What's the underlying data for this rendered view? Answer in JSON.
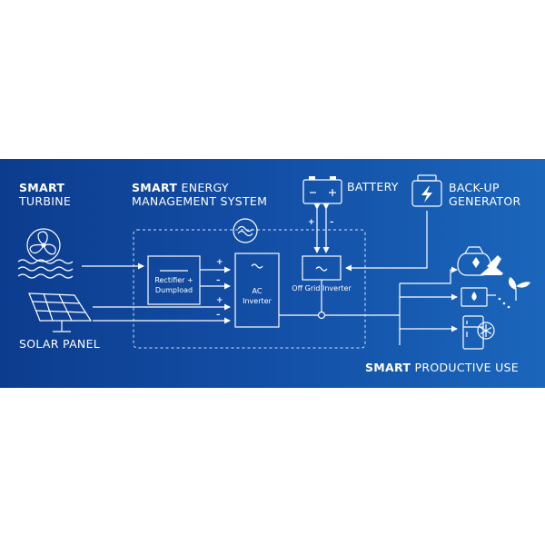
{
  "labels": {
    "turbine_bold": "SMART",
    "turbine_rest": "TURBINE",
    "ems_bold": "SMART",
    "ems_line1_rest": " ENERGY",
    "ems_line2": "MANAGEMENT SYSTEM",
    "battery": "BATTERY",
    "backup_line1": "BACK-UP",
    "backup_line2": "GENERATOR",
    "solar_panel": "SOLAR PANEL",
    "productive_bold": "SMART",
    "productive_rest": " PRODUCTIVE USE"
  },
  "blocks": {
    "rectifier_line1": "Rectifier +",
    "rectifier_line2": "Dumpload",
    "ac_inverter_line1": "AC",
    "ac_inverter_line2": "Inverter",
    "off_grid_inverter": "Off Grid Inverter"
  },
  "colors": {
    "banner_left": "#0c3c8e",
    "banner_right": "#1a66bb",
    "line": "#ffffff"
  }
}
